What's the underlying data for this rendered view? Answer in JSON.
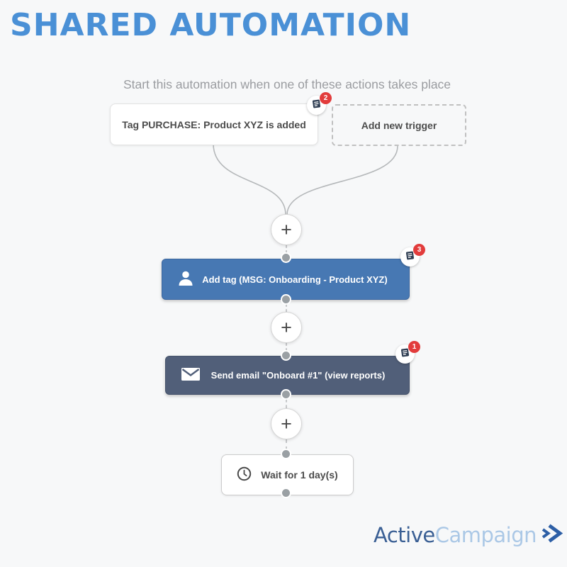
{
  "page": {
    "title": "SHARED AUTOMATION",
    "colors": {
      "background": "#f7f8f9",
      "title": "#4a90d6",
      "add_tag_box": "#4778b3",
      "send_email_box": "#515f79",
      "badge_red": "#e23c3c",
      "connector_gray": "#b5b8ba",
      "logo_active": "#3a5f94",
      "logo_campaign": "#abc8e6",
      "logo_chevron": "#2d5fa6"
    }
  },
  "flow": {
    "subtitle": "Start this automation when one of these actions takes place",
    "plus_label": "+",
    "triggers": [
      {
        "label": "Tag PURCHASE: Product XYZ is added",
        "note_count": "2"
      },
      {
        "label": "Add new trigger"
      }
    ],
    "nodes": [
      {
        "type": "add_tag",
        "icon": "person-icon",
        "label": "Add tag (MSG: Onboarding - Product XYZ)",
        "note_count": "3"
      },
      {
        "type": "send_email",
        "icon": "envelope-icon",
        "label": "Send email \"Onboard #1\" (view reports)",
        "note_count": "1"
      },
      {
        "type": "wait",
        "icon": "clock-icon",
        "label": "Wait for 1 day(s)"
      }
    ]
  },
  "logo": {
    "brand_first": "Active",
    "brand_second": "Campaign",
    "chevron_icon": "double-chevron-right-icon"
  }
}
